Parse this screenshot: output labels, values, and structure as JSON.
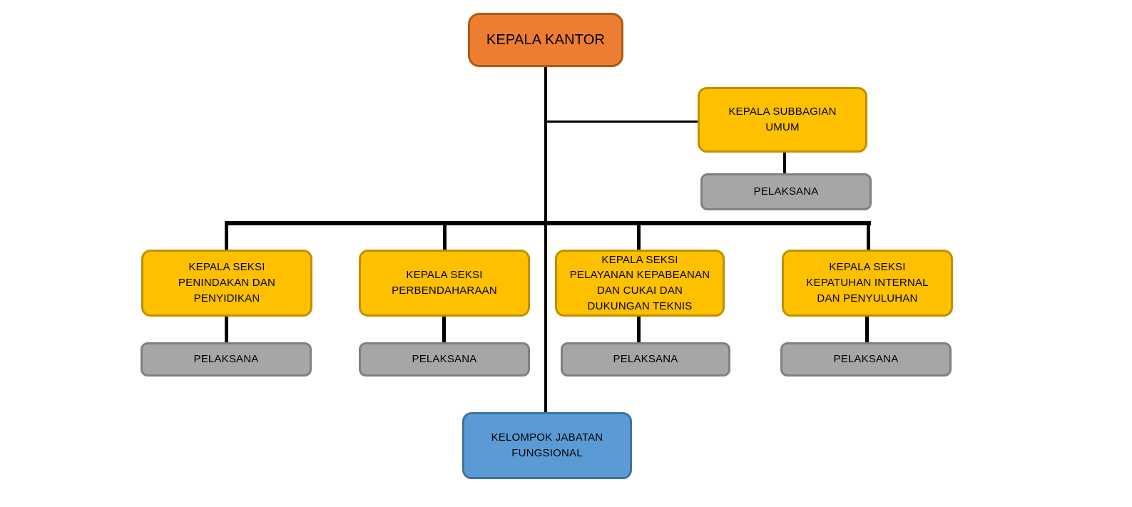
{
  "org_chart": {
    "type": "organizational-chart",
    "nodes": {
      "kepala_kantor": "KEPALA KANTOR",
      "kepala_subbagian_umum": "KEPALA SUBBAGIAN UMUM",
      "subbagian_pelaksana": "PELAKSANA",
      "kelompok_jabatan_fungsional": "KELOMPOK JABATAN FUNGSIONAL"
    },
    "sections": [
      {
        "label": "KEPALA SEKSI PENINDAKAN DAN PENYIDIKAN",
        "pelaksana_label": "PELAKSANA"
      },
      {
        "label": "KEPALA SEKSI PERBENDAHARAAN",
        "pelaksana_label": "PELAKSANA"
      },
      {
        "label": "KEPALA SEKSI PELAYANAN KEPABEANAN DAN CUKAI DAN DUKUNGAN TEKNIS",
        "pelaksana_label": "PELAKSANA"
      },
      {
        "label": "KEPALA SEKSI KEPATUHAN INTERNAL DAN PENYULUHAN",
        "pelaksana_label": "PELAKSANA"
      }
    ],
    "colors": {
      "root_fill": "#ED7D31",
      "root_border": "#AC5B17",
      "manager_fill": "#FFC000",
      "manager_border": "#BF9000",
      "staff_fill": "#A6A6A6",
      "staff_border": "#808080",
      "functional_fill": "#5B9BD5",
      "functional_border": "#41719C",
      "connector": "#000000",
      "text": "#000000",
      "background": "#FFFFFF"
    }
  }
}
